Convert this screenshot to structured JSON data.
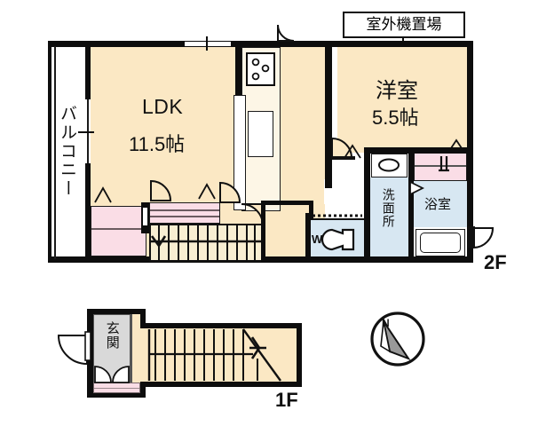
{
  "plan": {
    "title_floor_2": "2F",
    "title_floor_1": "1F",
    "compass": "N"
  },
  "rooms": {
    "ldk": {
      "name": "LDK",
      "size": "11.5帖"
    },
    "washitsu": {
      "name": "洋室",
      "size": "5.5帖"
    },
    "balcony": {
      "name": "バルコニー"
    },
    "washroom": {
      "name": "洗面所"
    },
    "bathroom": {
      "name": "浴室"
    },
    "toilet": {
      "name": "WC"
    },
    "entrance": {
      "name": "玄関"
    },
    "outdoor_unit": {
      "name": "室外機置場"
    }
  },
  "colors": {
    "room_fill": "#fbe8c4",
    "closet_fill": "#fadde6",
    "water_fill": "#d7e7f2",
    "entrance_fill": "#d9d9d9",
    "wall": "#0d0d0d",
    "page_bg": "#ffffff"
  },
  "fixtures": {
    "stove": "stove-3-burner",
    "sink": "kitchen-sink",
    "basin": "wash-basin",
    "tub": "bathtub",
    "toilet_fixture": "toilet-bowl",
    "stairs_2f": "staircase-2f",
    "stairs_1f": "staircase-1f",
    "compass_icon": "compass-north-icon"
  }
}
